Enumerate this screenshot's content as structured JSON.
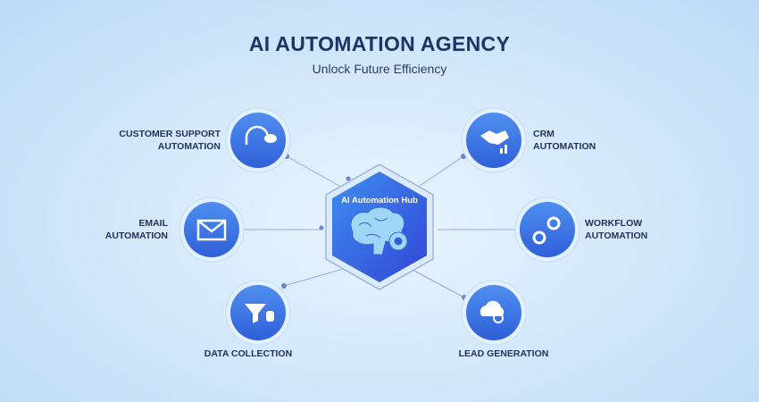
{
  "header": {
    "title": "AI AUTOMATION AGENCY",
    "subtitle": "Unlock Future Efficiency"
  },
  "hub": {
    "label": "AI Automation Hub",
    "icon": "brain-gear-icon"
  },
  "nodes": [
    {
      "line1": "CUSTOMER SUPPORT",
      "line2": "AUTOMATION",
      "icon": "headset-chat-icon"
    },
    {
      "line1": "EMAIL",
      "line2": "AUTOMATION",
      "icon": "envelope-icon"
    },
    {
      "line1": "DATA COLLECTION",
      "icon": "funnel-database-icon"
    },
    {
      "line1": "CRM",
      "line2": "AUTOMATION",
      "icon": "handshake-chart-icon"
    },
    {
      "line1": "WORKFLOW",
      "line2": "AUTOMATION",
      "icon": "gears-icon"
    },
    {
      "line1": "LEAD GENERATION",
      "icon": "cloud-search-icon"
    }
  ],
  "colors": {
    "accent": "#3b6fe0",
    "title": "#1c3567",
    "line": "#8fa6d6"
  }
}
